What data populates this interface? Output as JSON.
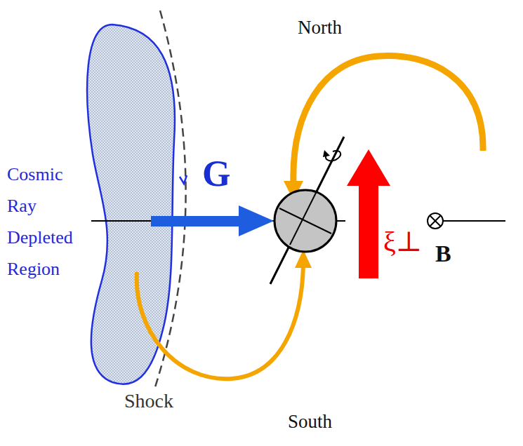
{
  "diagram": {
    "labels": [
      "North",
      "Cosmic Ray Depleted Region",
      "G",
      "ξ⊥",
      "B",
      "Shock",
      "South"
    ]
  }
}
